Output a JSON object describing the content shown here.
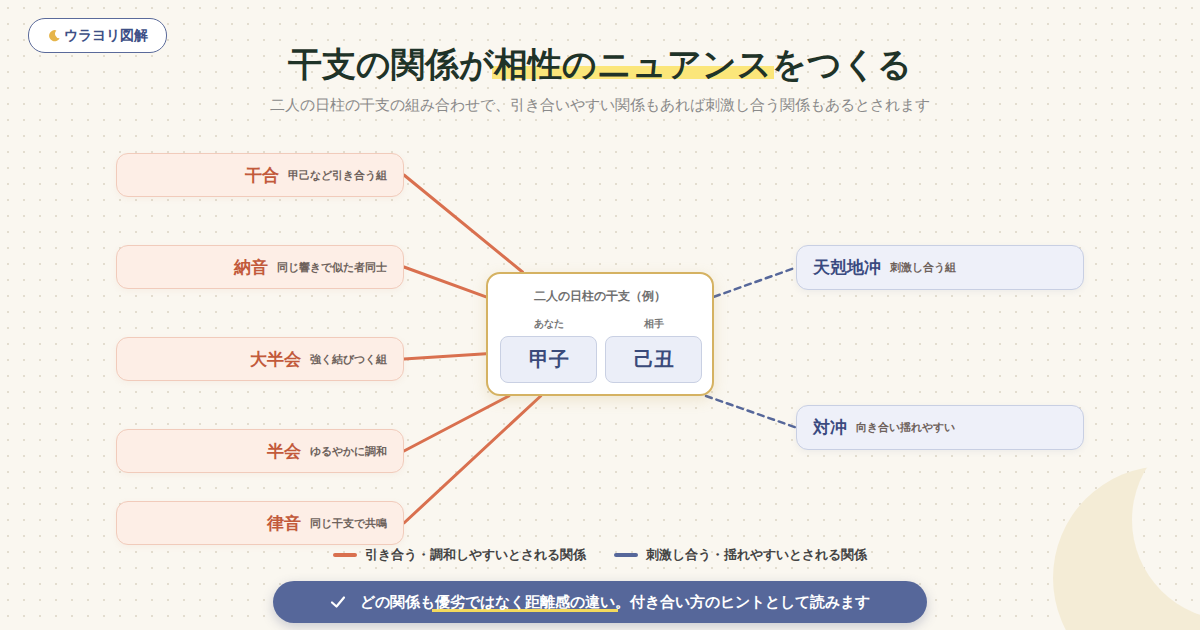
{
  "diagram": {
    "title": "干支の関係が相性のニュアンスをつくる",
    "nodes": [
      {
        "text": [
          "ウラヨリ図解"
        ]
      },
      {
        "text": [
          "干合",
          "甲己など引き合う組"
        ]
      },
      {
        "text": [
          "納音",
          "同じ響きで似た者同士"
        ]
      },
      {
        "text": [
          "大半会",
          "強く結びつく組"
        ]
      },
      {
        "text": [
          "半会",
          "ゆるやかに調和"
        ]
      },
      {
        "text": [
          "律音",
          "同じ干支で共鳴"
        ]
      },
      {
        "text": [
          "二人の日柱の干支（例）"
        ]
      },
      {
        "text": [
          "あなた",
          "甲子"
        ],
        "in": 6
      },
      {
        "text": [
          "相手",
          "己丑"
        ],
        "in": 6
      },
      {
        "text": [
          "天剋地冲",
          "刺激し合う組"
        ]
      },
      {
        "text": [
          "対冲",
          "向き合い揺れやすい"
        ]
      },
      {
        "text": [
          "どの関係も優劣ではなく距離感の違い。付き合い方のヒントとして読みます"
        ]
      }
    ],
    "edges": [
      {
        "from": 6,
        "to": 1,
        "arrow": "none"
      },
      {
        "from": 6,
        "to": 2,
        "arrow": "none"
      },
      {
        "from": 6,
        "to": 3,
        "arrow": "none"
      },
      {
        "from": 6,
        "to": 4,
        "arrow": "none"
      },
      {
        "from": 6,
        "to": 5,
        "arrow": "none"
      },
      {
        "from": 6,
        "to": 9,
        "arrow": "none"
      },
      {
        "from": 6,
        "to": 10,
        "arrow": "none"
      }
    ],
    "labels": [
      "二人の日柱の干支の組み合わせで、引き合いやすい関係もあれば刺激し合う関係もあるとされます"
    ],
    "legend": [
      {
        "text": "引き合う・調和しやすいとされる関係",
        "color": "#d9704f"
      },
      {
        "text": "刺激し合う・揺れやすいとされる関係",
        "color": "#56679a"
      }
    ]
  }
}
